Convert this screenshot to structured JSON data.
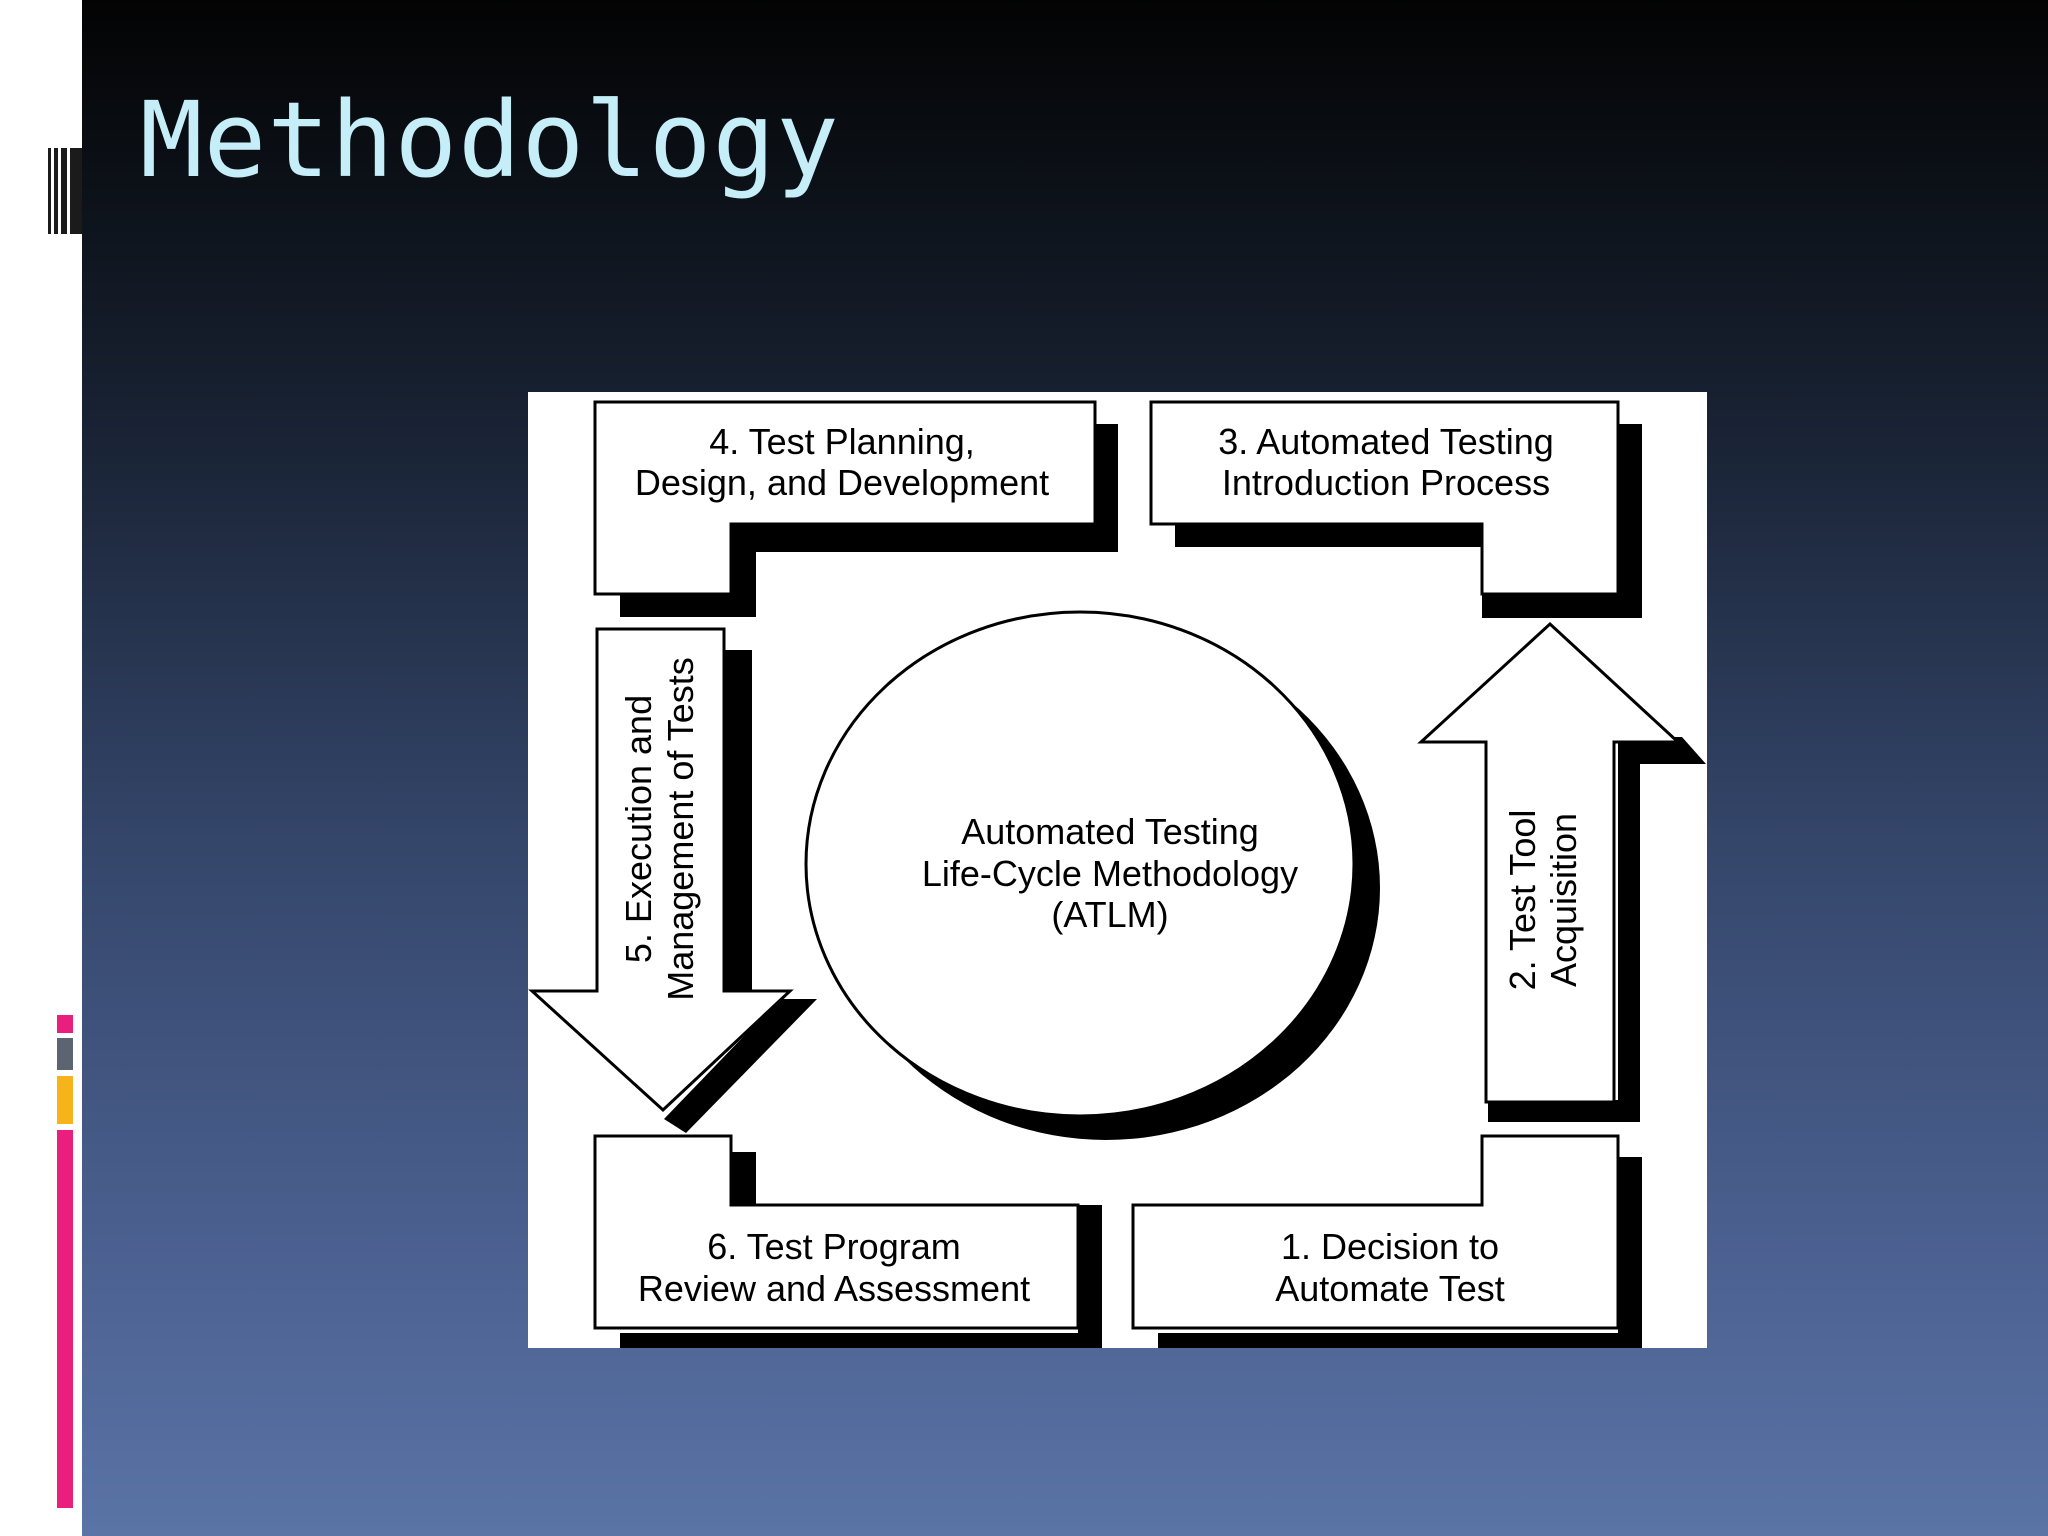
{
  "slide": {
    "title": "Methodology"
  },
  "diagram": {
    "center": {
      "line1": "Automated Testing",
      "line2": "Life-Cycle Methodology",
      "line3": "(ATLM)"
    },
    "step1": {
      "line1": "1. Decision to",
      "line2": "Automate Test"
    },
    "step2": {
      "line1": "2. Test Tool",
      "line2": "Acquisition"
    },
    "step3": {
      "line1": "3. Automated Testing",
      "line2": "Introduction Process"
    },
    "step4": {
      "line1": "4. Test Planning,",
      "line2": "Design, and Development"
    },
    "step5": {
      "line1": "5. Execution and",
      "line2": "Management of Tests"
    },
    "step6": {
      "line1": "6. Test Program",
      "line2": "Review and Assessment"
    }
  },
  "colors": {
    "title": "#c6eef8",
    "accent_pink": "#e91e7d",
    "accent_gray": "#5b6470",
    "accent_orange": "#f6b31a"
  }
}
